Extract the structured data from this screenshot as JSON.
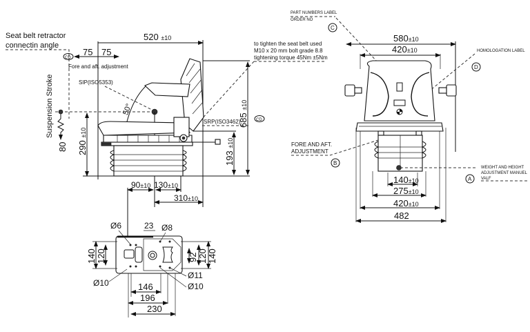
{
  "drawing": {
    "title": "Seat dimensional drawing",
    "side_view": {
      "notes": {
        "belt_retractor_line1": "Seat belt retractor",
        "belt_retractor_line2": "connectin angle",
        "fore_aft": "Fore and aft. adjustment",
        "sip": "SIP(ISO5353)",
        "srp": "SRP(ISO3462)",
        "suspension_stroke": "Suspension Stroke",
        "tighten_line1": "to tighten the seat belt used",
        "tighten_line2": "M10 x 20 mm bolt grade 8.8",
        "tighten_line3": "tightening torque 45Nm ±5Nm",
        "angle": "50°",
        "cd_symbol": "CD"
      },
      "dimensions": {
        "depth": {
          "value": "520",
          "tol": "±10"
        },
        "fore_left": {
          "value": "75"
        },
        "fore_right": {
          "value": "75"
        },
        "height": {
          "value": "685",
          "tol": "±10"
        },
        "seat_height": {
          "value": "290",
          "tol": "±10"
        },
        "stroke": {
          "value": "80"
        },
        "srp_height": {
          "value": "193",
          "tol": "±10"
        },
        "front_offset": {
          "value": "90",
          "tol": "±10"
        },
        "rear_offset": {
          "value": "130",
          "tol": "±10"
        },
        "base_depth": {
          "value": "310",
          "tol": "±10"
        }
      }
    },
    "base_plate": {
      "dimensions": {
        "d6": "Ø6",
        "d8": "Ø8",
        "d10_left": "Ø10",
        "d10_right": "Ø10",
        "d11": "Ø11",
        "w23": "23",
        "h140_left": "140",
        "h120_left": "120",
        "h92": "92",
        "h120_right": "120",
        "h140_right": "140",
        "w146": "146",
        "w196": "196",
        "w230": "230"
      }
    },
    "front_view": {
      "notes": {
        "part_numbers_line1": "PART NUMBERS LABEL",
        "part_numbers_line2": "ORDER NO",
        "homologation": "HOMOLOGATION LABEL",
        "fore_aft_line1": "FORE AND AFT.",
        "fore_aft_line2": "ADJUSTMENT",
        "weight_line1": "WEIGHT AND HEIGHT",
        "weight_line2": "ADJUSTMENT MANUEL",
        "weight_line3": "VALF"
      },
      "callouts": {
        "a": "A",
        "b": "B",
        "c": "C",
        "d": "D"
      },
      "dimensions": {
        "overall_width": {
          "value": "580",
          "tol": "±10"
        },
        "back_width": {
          "value": "420",
          "tol": "±10"
        },
        "w140": {
          "value": "140",
          "tol": "±10"
        },
        "w275": {
          "value": "275",
          "tol": "±10"
        },
        "w420": {
          "value": "420",
          "tol": "±10"
        },
        "w482": {
          "value": "482"
        }
      }
    }
  }
}
